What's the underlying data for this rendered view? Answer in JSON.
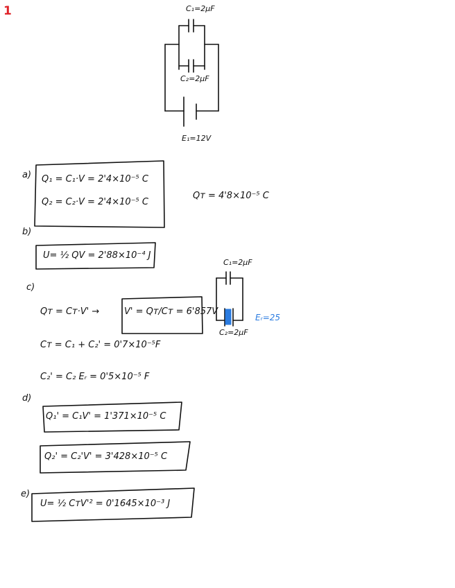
{
  "page_number": "1",
  "circuit1": {
    "c1": "C₁=2μF",
    "c2": "C₂=2μF",
    "source": "E₁=12V"
  },
  "a": {
    "label": "a)",
    "q1": "Q₁ = C₁·V  =  2'4×10⁻⁵ C",
    "q2": "Q₂ = C₂·V =  2'4×10⁻⁵ C",
    "qt": "Qᴛ = 4'8×10⁻⁵ C"
  },
  "b": {
    "label": "b)",
    "u": "U= ½ QV = 2'88×10⁻⁴ J"
  },
  "c": {
    "label": "c)",
    "qt": "Qᴛ = Cᴛ·V' →",
    "vprime": "V' = Qᴛ/Cᴛ = 6'857V",
    "ct": "Cᴛ =  C₁ + C₂' = 0'7×10⁻⁵F",
    "c2p": "C₂' =  C₂ Eᵣ  = 0'5×10⁻⁵ F"
  },
  "circuit2": {
    "c1": "C₁=2μF",
    "c2": "C₂=2μF",
    "er": "Eᵣ=25"
  },
  "d": {
    "label": "d)",
    "q1p": "Q₁' = C₁V' =  1'371×10⁻⁵ C",
    "q2p": "Q₂' = C₂'V' = 3'428×10⁻⁵ C"
  },
  "e": {
    "label": "e)",
    "u": "U= ½ CᴛV'² = 0'1645×10⁻³ J"
  },
  "colors": {
    "ink": "#111111",
    "page_number": "#e0242a",
    "dielectric": "#2a7be0"
  }
}
